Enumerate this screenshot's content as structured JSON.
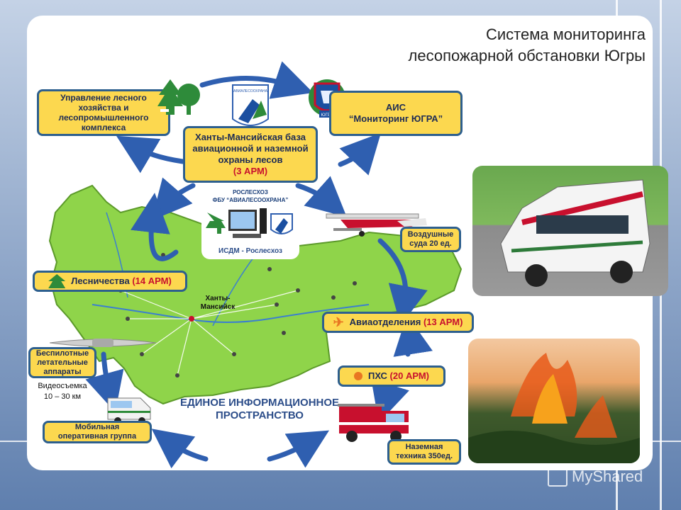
{
  "title": {
    "line1": "Система мониторинга",
    "line2": "лесопожарной обстановки Югры"
  },
  "boxes": {
    "management": [
      "Управление лесного",
      "хозяйства и",
      "лесопромышленного",
      "комплекса"
    ],
    "ais": [
      "АИС",
      "“Мониторинг ЮГРА”"
    ],
    "base": [
      "Ханты-Мансийская база",
      "авиационной и наземной",
      "охраны лесов"
    ],
    "base_arm": "(3 АРМ)",
    "forestries": "Лесничества ",
    "forestries_arm": "(14 АРМ)",
    "aviation": "Авиаотделения ",
    "aviation_arm": "(13 АРМ)",
    "pkhs": "ПХС ",
    "pkhs_arm": "(20 АРМ)",
    "aircraft": [
      "Воздушные",
      "суда 20 ед."
    ],
    "drones": [
      "Беспилотные",
      "летательные",
      "аппараты"
    ],
    "mobile": [
      "Мобильная",
      "оперативная группа"
    ],
    "ground": [
      "Наземная",
      "техника 350ед."
    ]
  },
  "center": {
    "rosleskhoz": [
      "РОСЛЕСХОЗ",
      "ФБУ “АВИАЛЕСООХРАНА”"
    ],
    "isdm": "ИСДМ - Рослесхоз",
    "unified": [
      "ЕДИНОЕ ИНФОРМАЦИОННОЕ",
      "ПРОСТРАНСТВО"
    ]
  },
  "map": {
    "city": [
      "Ханты-",
      "Мансийск"
    ]
  },
  "video": [
    "Видеосъемка",
    "10 – 30 км"
  ],
  "logos": {
    "avialesookhrana": "АВИАЛЕСООХРАНА",
    "yugra": "ЮГРА"
  },
  "watermark": "MyShared",
  "colors": {
    "box_fill": "#fcd84f",
    "box_border": "#2d5f8e",
    "arm_red": "#c8102e",
    "map_green": "#8fd44a",
    "arrow_blue": "#2f5fb0"
  }
}
